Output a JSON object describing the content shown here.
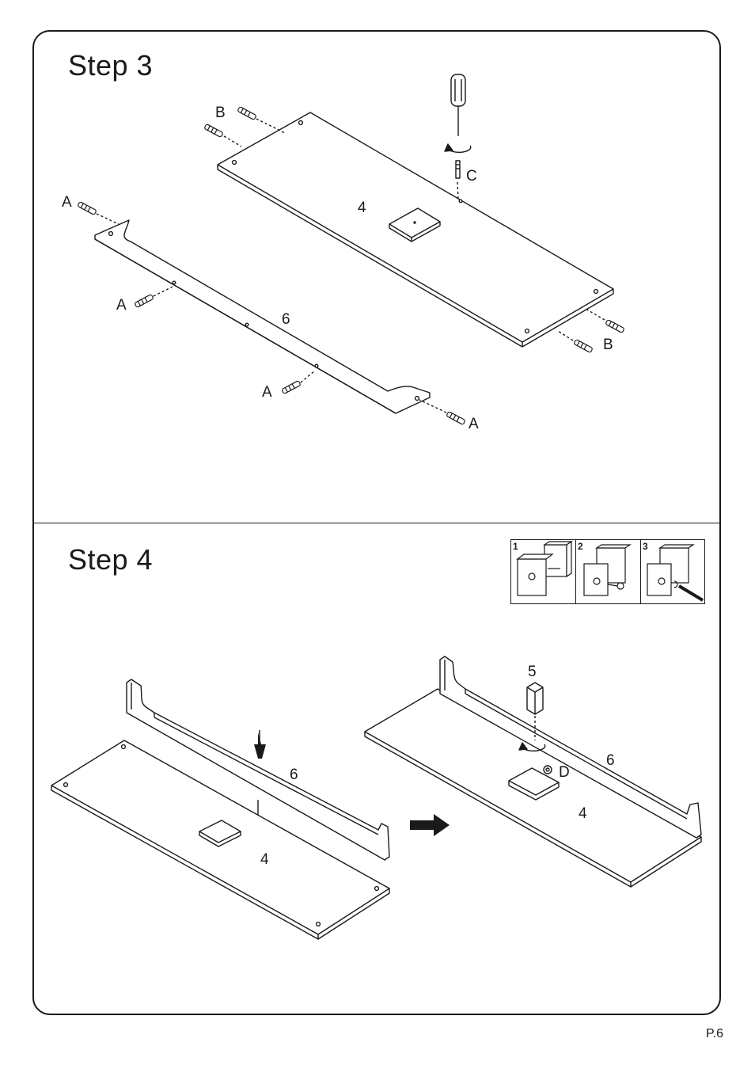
{
  "step3": {
    "title": "Step  3",
    "labels": {
      "b_top": "B",
      "c": "C",
      "a_top": "A",
      "panel_4": "4",
      "a_left": "A",
      "rail_6": "6",
      "b_right": "B",
      "a_bottom": "A",
      "a_right": "A"
    }
  },
  "step4": {
    "title": "Step  4",
    "inset": {
      "panel_1": "1",
      "panel_2": "2",
      "panel_3": "3"
    },
    "left": {
      "rail_6": "6",
      "panel_4": "4"
    },
    "right": {
      "part_5": "5",
      "d": "D",
      "rail_6": "6",
      "panel_4": "4"
    }
  },
  "footer": {
    "page": "P.6"
  }
}
